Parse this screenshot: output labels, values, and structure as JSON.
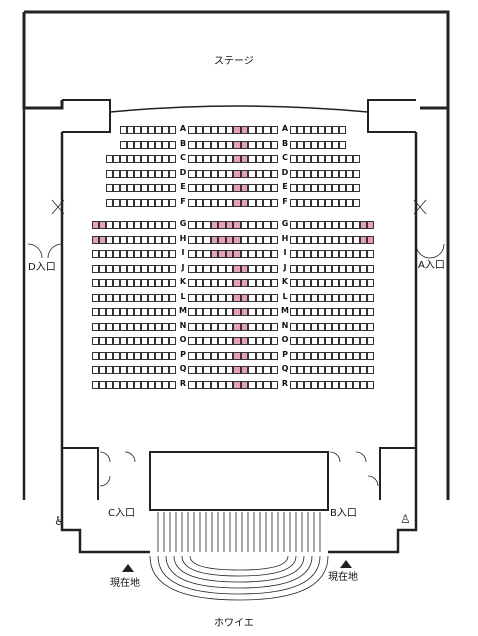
{
  "labels": {
    "stage": "ステージ",
    "foyer": "ホワイエ",
    "entrance_a": "A入口",
    "entrance_b": "B入口",
    "entrance_c": "C入口",
    "entrance_d": "D入口",
    "you_are_here": "現在地"
  },
  "rows": [
    "A",
    "B",
    "C",
    "D",
    "E",
    "F",
    "G",
    "H",
    "I",
    "J",
    "K",
    "L",
    "M",
    "N",
    "O",
    "P",
    "Q",
    "R"
  ],
  "colors": {
    "line": "#222222",
    "highlight": "#e8a0b4"
  },
  "icons": [
    "wheelchair-icon",
    "person-icon",
    "triangle-marker-icon"
  ]
}
